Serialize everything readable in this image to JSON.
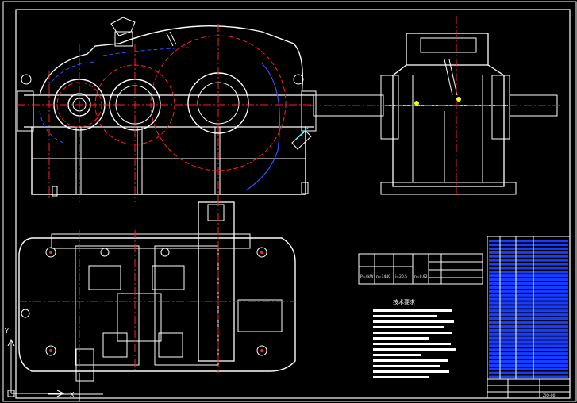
{
  "colors": {
    "background": "#000000",
    "outline": "#ffffff",
    "centerline": "#ff2020",
    "hidden": "#3050ff",
    "dimension": "#ff4040",
    "hatch": "#00ffff",
    "table_fill": "#1a3cff",
    "highlight": "#ffff00"
  },
  "icons": {
    "ucs": "ucs-axis-icon",
    "crosshair": "crosshair-cursor-icon"
  },
  "ucs_labels": {
    "y": "Y",
    "x": "X"
  },
  "performance_table": {
    "headers": [
      "",
      "",
      "",
      ""
    ],
    "values": [
      "P=4kW",
      "n=1440",
      "i=20.5",
      "η=0.92"
    ]
  },
  "tech_requirements": {
    "title": "技术要求"
  },
  "title_block": {
    "drawing_no": "ZJQ-00"
  }
}
